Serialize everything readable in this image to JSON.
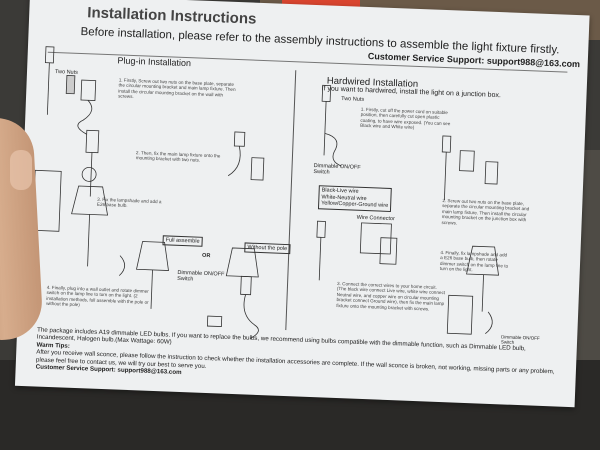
{
  "sheet": {
    "title": "Installation Instructions",
    "subtitle": "Before installation, please refer to the assembly instructions to assemble the light fixture firstly.",
    "support": "Customer Service Support: support988@163.com"
  },
  "plugin": {
    "heading": "Plug-in Installation",
    "labels": {
      "two_nuts": "Two Nuts",
      "full_assemble": "Full assemble",
      "or": "OR",
      "without_pole": "Without the pole",
      "dimmable_switch": "Dimmable ON/OFF Switch"
    },
    "steps": [
      "1. Firstly, Screw out two nuts on the base plate, separate the circular mounting bracket and main lamp fixture. Then install the circular mounting bracket on the wall with screws.",
      "2. Then, fix the main lamp fixture onto the mounting bracket with two nuts.",
      "3. Fix the lampshade and add a E26 base bulb.",
      "4. Finally, plug into a wall outlet and rotate dimmer switch on the lamp line to turn on the light. (2 installation methods, full assemble with the pole or without the pole)"
    ]
  },
  "hardwired": {
    "heading": "Hardwired Installation",
    "subheading": "If you want to hardwired, install the light on a junction box.",
    "labels": {
      "two_nuts": "Two Nuts",
      "dimmable_switch": "Dimmable ON/OFF Switch",
      "wire_legend": "Black-Live wire\nWhite-Neutral wire\nYellow/Copper-Ground wire",
      "wire_connector": "Wire Connector",
      "dimmable_switch_small": "Dimmable ON/OFF Switch"
    },
    "steps": [
      "1. Firstly, cut off the power cord on suitable position, then carefully cut open plastic coating, to have wire exposed. (You can see Black wire and White wire)",
      "2. Screw out two nuts on the base plate, separate the circular mounting bracket and main lamp fixture. Then install the circular mounting bracket on the junction box with screws.",
      "3. Connect the correct wires to your home circuit. (The black wire connect Live wire, white wire connect Neutral wire, and copper wire on circular mounting bracket connect Ground wire), then fix the main lamp fixture onto the mounting bracket with screws.",
      "4. Finally, fix lampshade and add a E26 base bulb, then rotate dimmer switch on the lamp line to turn on the light."
    ]
  },
  "footer": {
    "package": "The package includes A19 dimmable LED bulbs. If you want to replace the bulbs, we recommend using bulbs compatible with the dimmable function, such as Dimmable LED bulb, Incandescent, Halogen bulb.(Max Wattage: 60W)",
    "warm_tips_label": "Warm Tips:",
    "tips": "After you receive wall sconce, please follow the instruction to check whether the installation accessories are complete. If the wall sconce is broken, not working, missing parts or any problem, please feel free to contact us, we will try our best to serve you.",
    "support": "Customer Service Support: support988@163.com"
  }
}
